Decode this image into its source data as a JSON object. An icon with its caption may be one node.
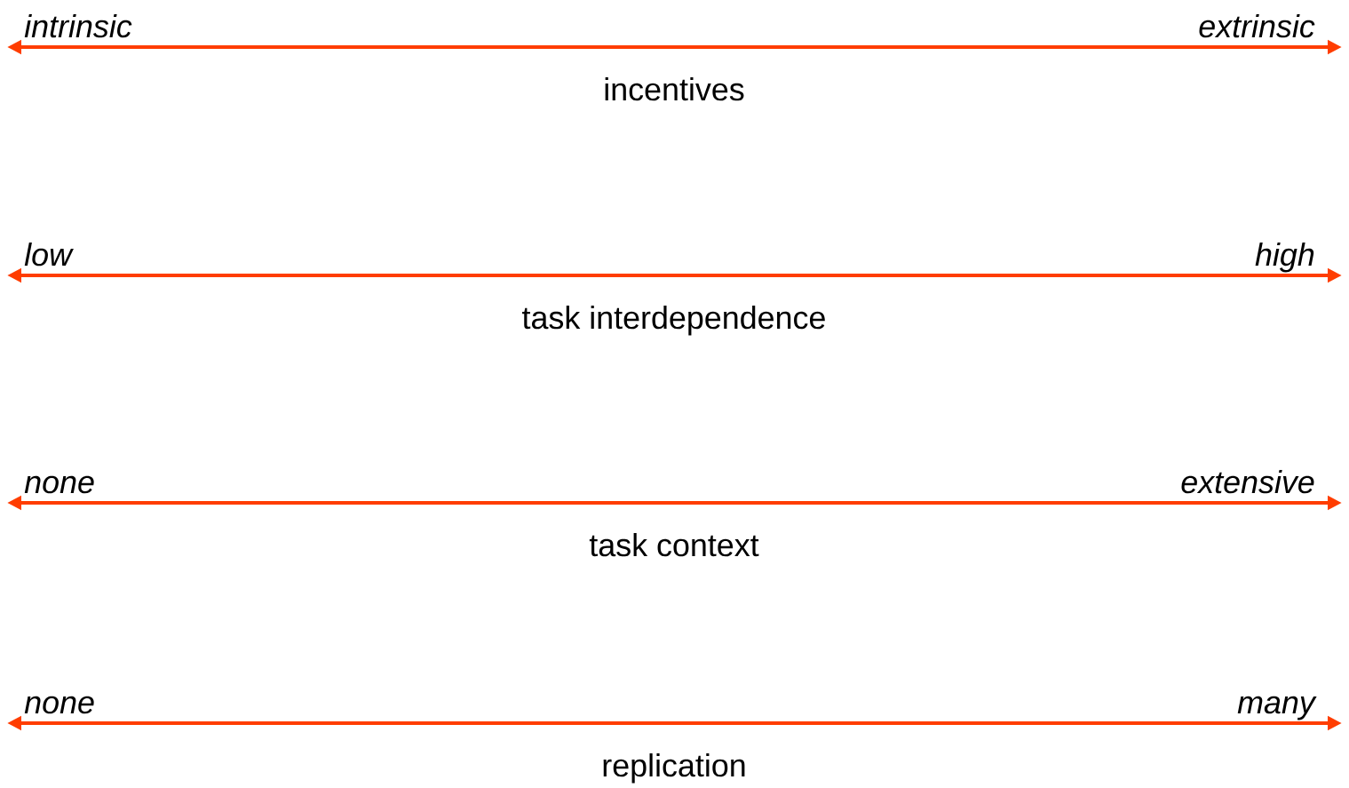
{
  "diagram": {
    "labels": [
      "intrinsic",
      "extrinsic",
      "incentives",
      "low",
      "high",
      "task interdependence",
      "none",
      "extensive",
      "task context",
      "none",
      "many",
      "replication"
    ]
  }
}
